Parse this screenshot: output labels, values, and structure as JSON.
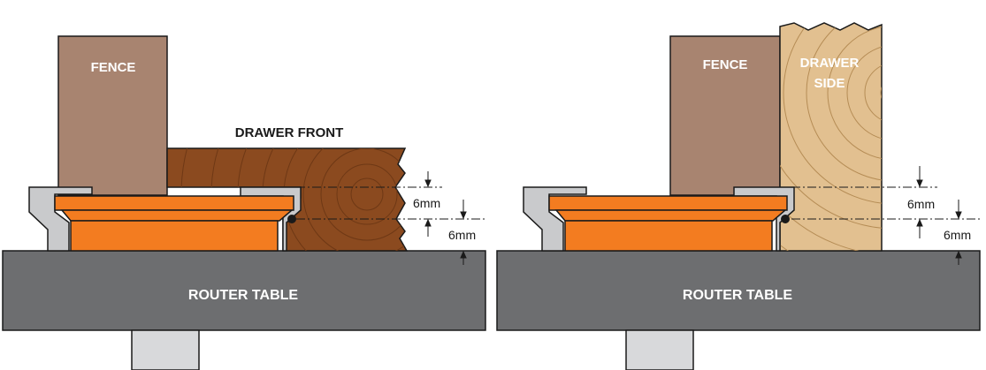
{
  "left_panel": {
    "fence_label": "FENCE",
    "workpiece_label": "DRAWER FRONT",
    "table_label": "ROUTER TABLE",
    "dim_upper": "6mm",
    "dim_lower": "6mm"
  },
  "right_panel": {
    "fence_label": "FENCE",
    "workpiece_label_line1": "DRAWER",
    "workpiece_label_line2": "SIDE",
    "table_label": "ROUTER TABLE",
    "dim_upper": "6mm",
    "dim_lower": "6mm"
  },
  "colors": {
    "fence": "#a88470",
    "router_table": "#6d6e70",
    "insert_plate": "#c9cacc",
    "cutter": "#f37c20",
    "drawer_front_wood": "#8b4a1f",
    "drawer_side_wood": "#e2c090"
  }
}
